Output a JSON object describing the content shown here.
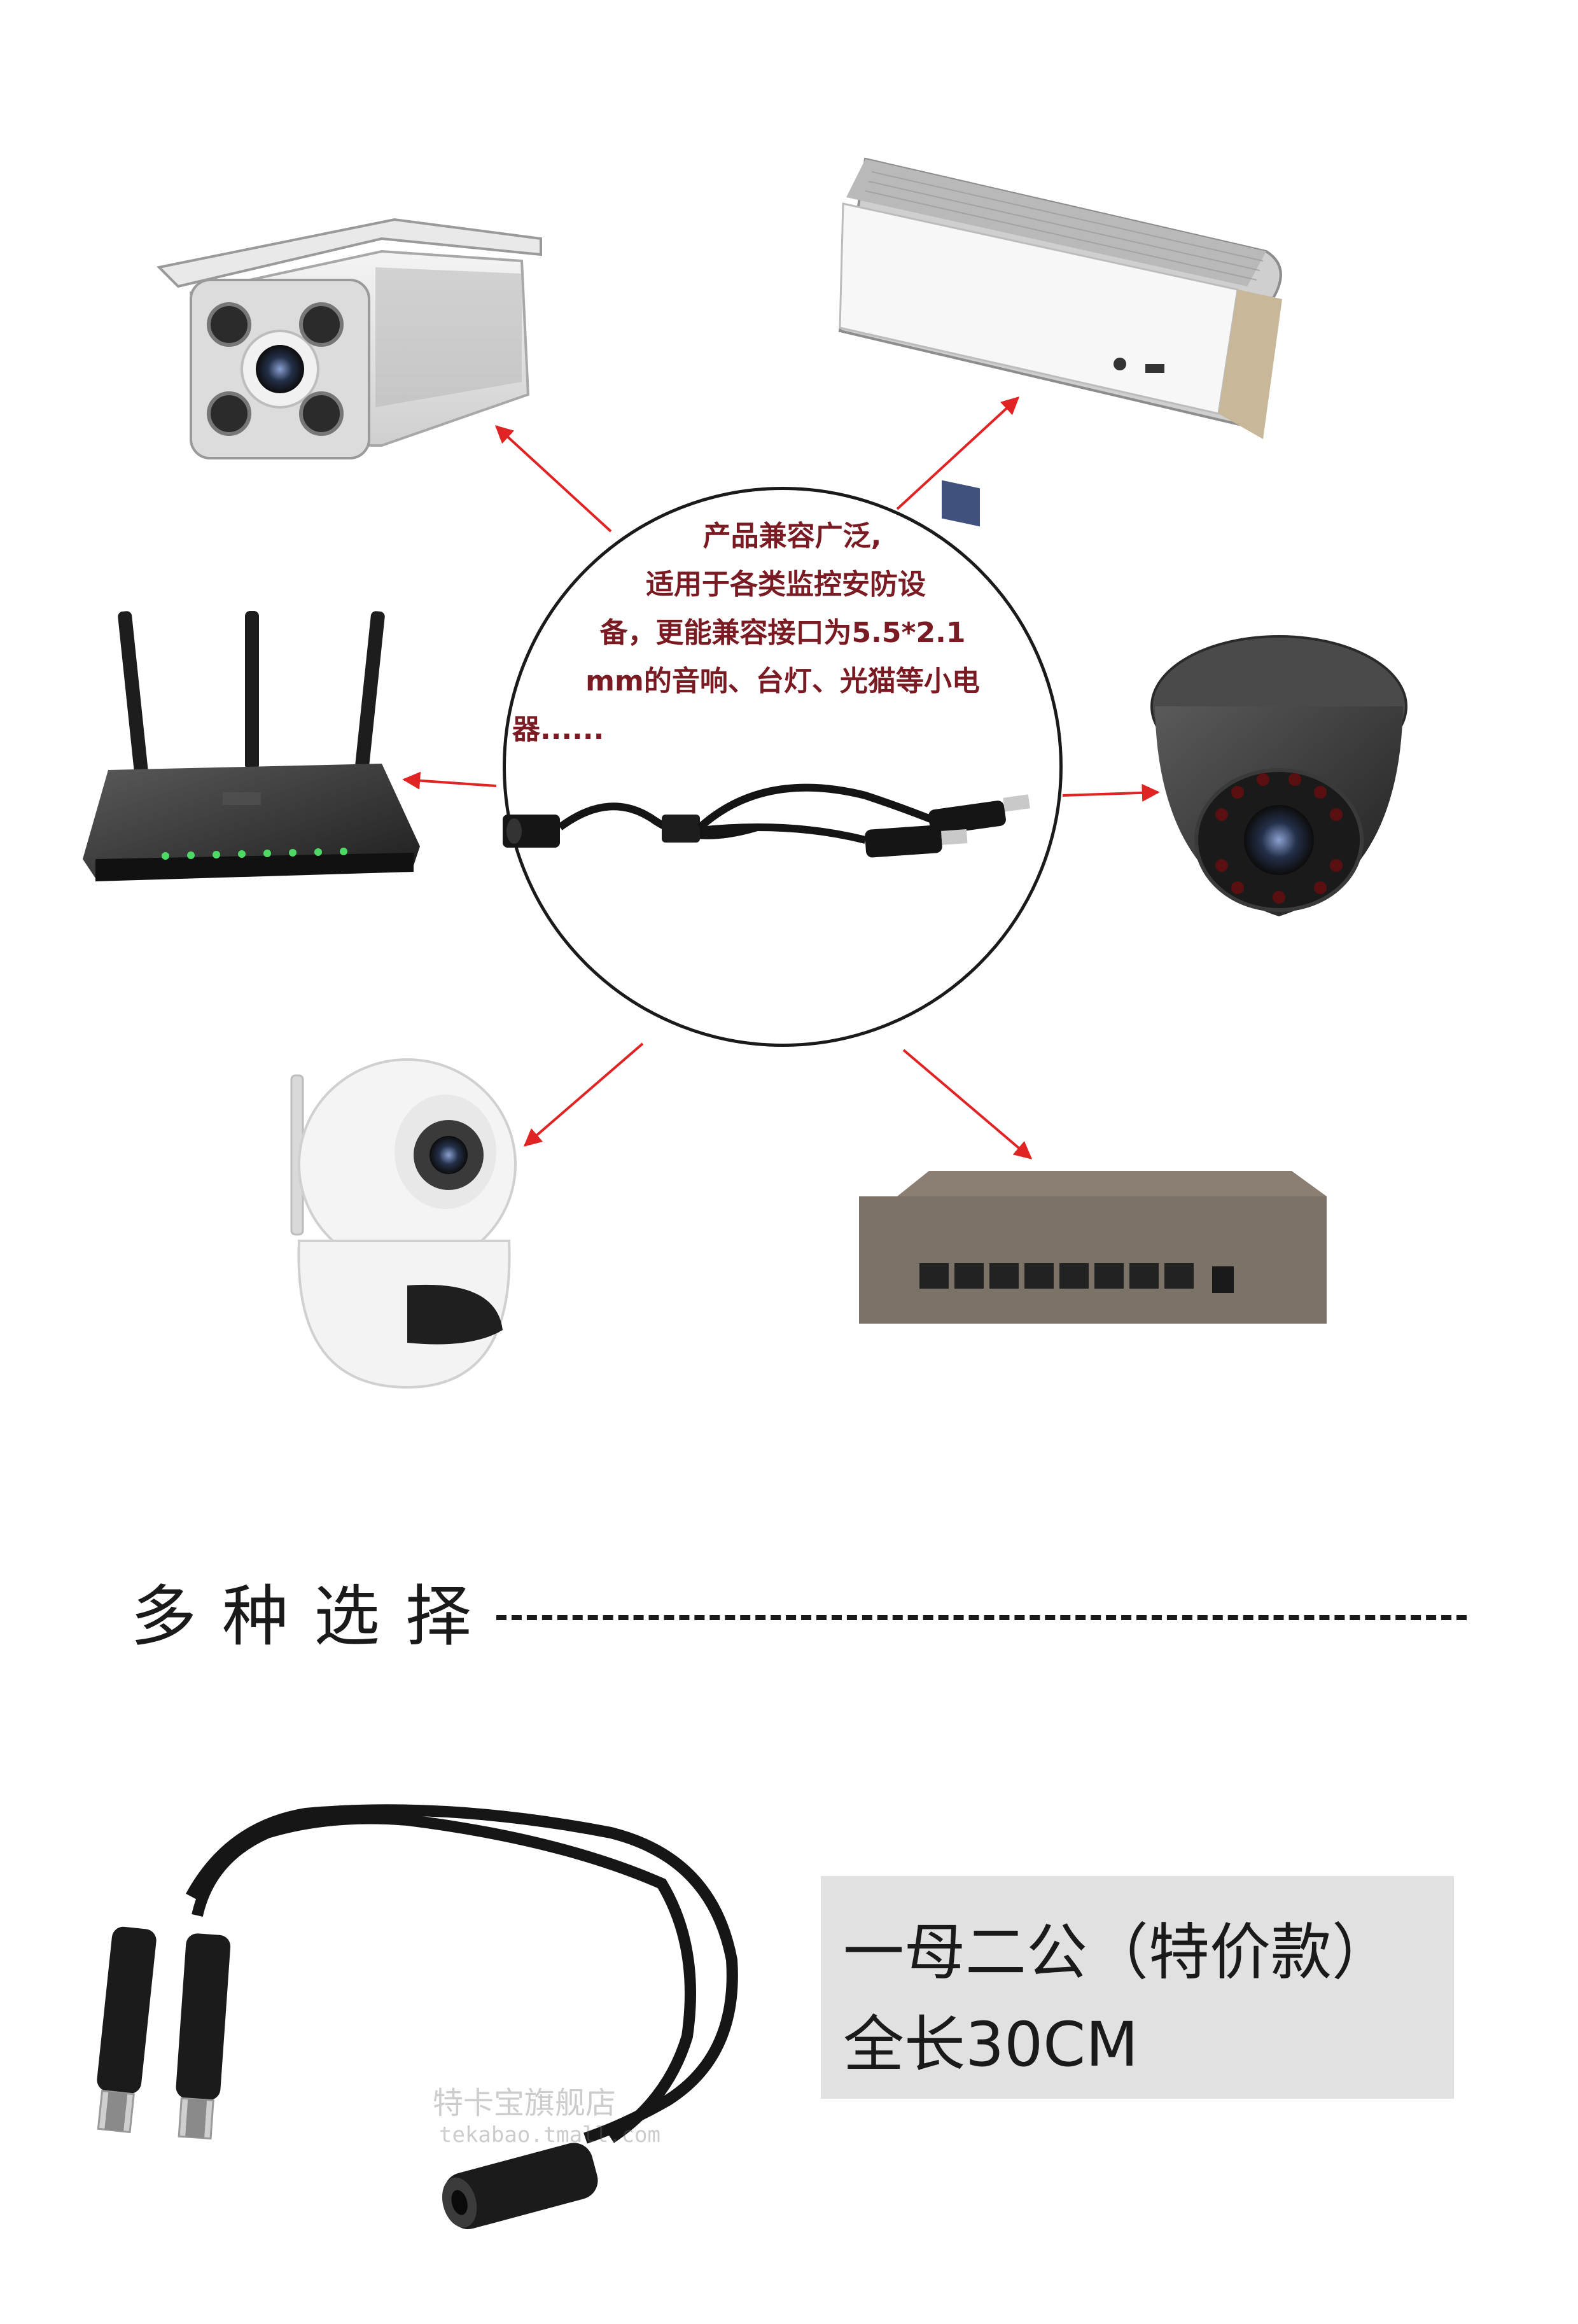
{
  "center_text": {
    "lines": [
      "产品兼容广泛,",
      "适用于各类监控安防设",
      "备，更能兼容接口为5.5*2.1",
      "mm的音响、台灯、光猫等小电",
      "器......"
    ]
  },
  "section": {
    "title": "多种选择"
  },
  "spec": {
    "line1": "一母二公（特价款）",
    "line2": "全长30CM"
  },
  "watermark": {
    "line1": "特卡宝旗舰店",
    "line2": "tekabao.tmall.com"
  },
  "colors": {
    "text_red": "#7a1a22",
    "arrow_red": "#e02424",
    "spec_bg": "#e1e1e1"
  },
  "icons": [
    "bullet-camera-image",
    "speaker-image",
    "wifi-router-image",
    "dome-camera-image",
    "ptz-camera-image",
    "network-switch-image",
    "splitter-cable-image"
  ]
}
